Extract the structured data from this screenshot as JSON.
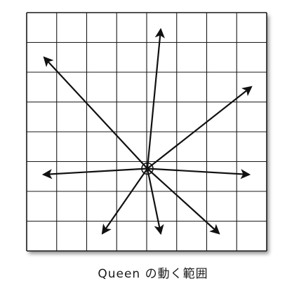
{
  "diagram": {
    "caption": "Queen の動く範囲",
    "board": {
      "rows": 8,
      "cols": 8,
      "queen_square": {
        "row": 5,
        "col": 4
      },
      "queen_marker": "circle",
      "move_directions": [
        "up",
        "down",
        "left",
        "right",
        "up-left",
        "up-right",
        "down-left",
        "down-right"
      ]
    },
    "colors": {
      "grid": "#1a1a1a",
      "arrows": "#111111",
      "shadow": "#bdbdbd"
    }
  }
}
